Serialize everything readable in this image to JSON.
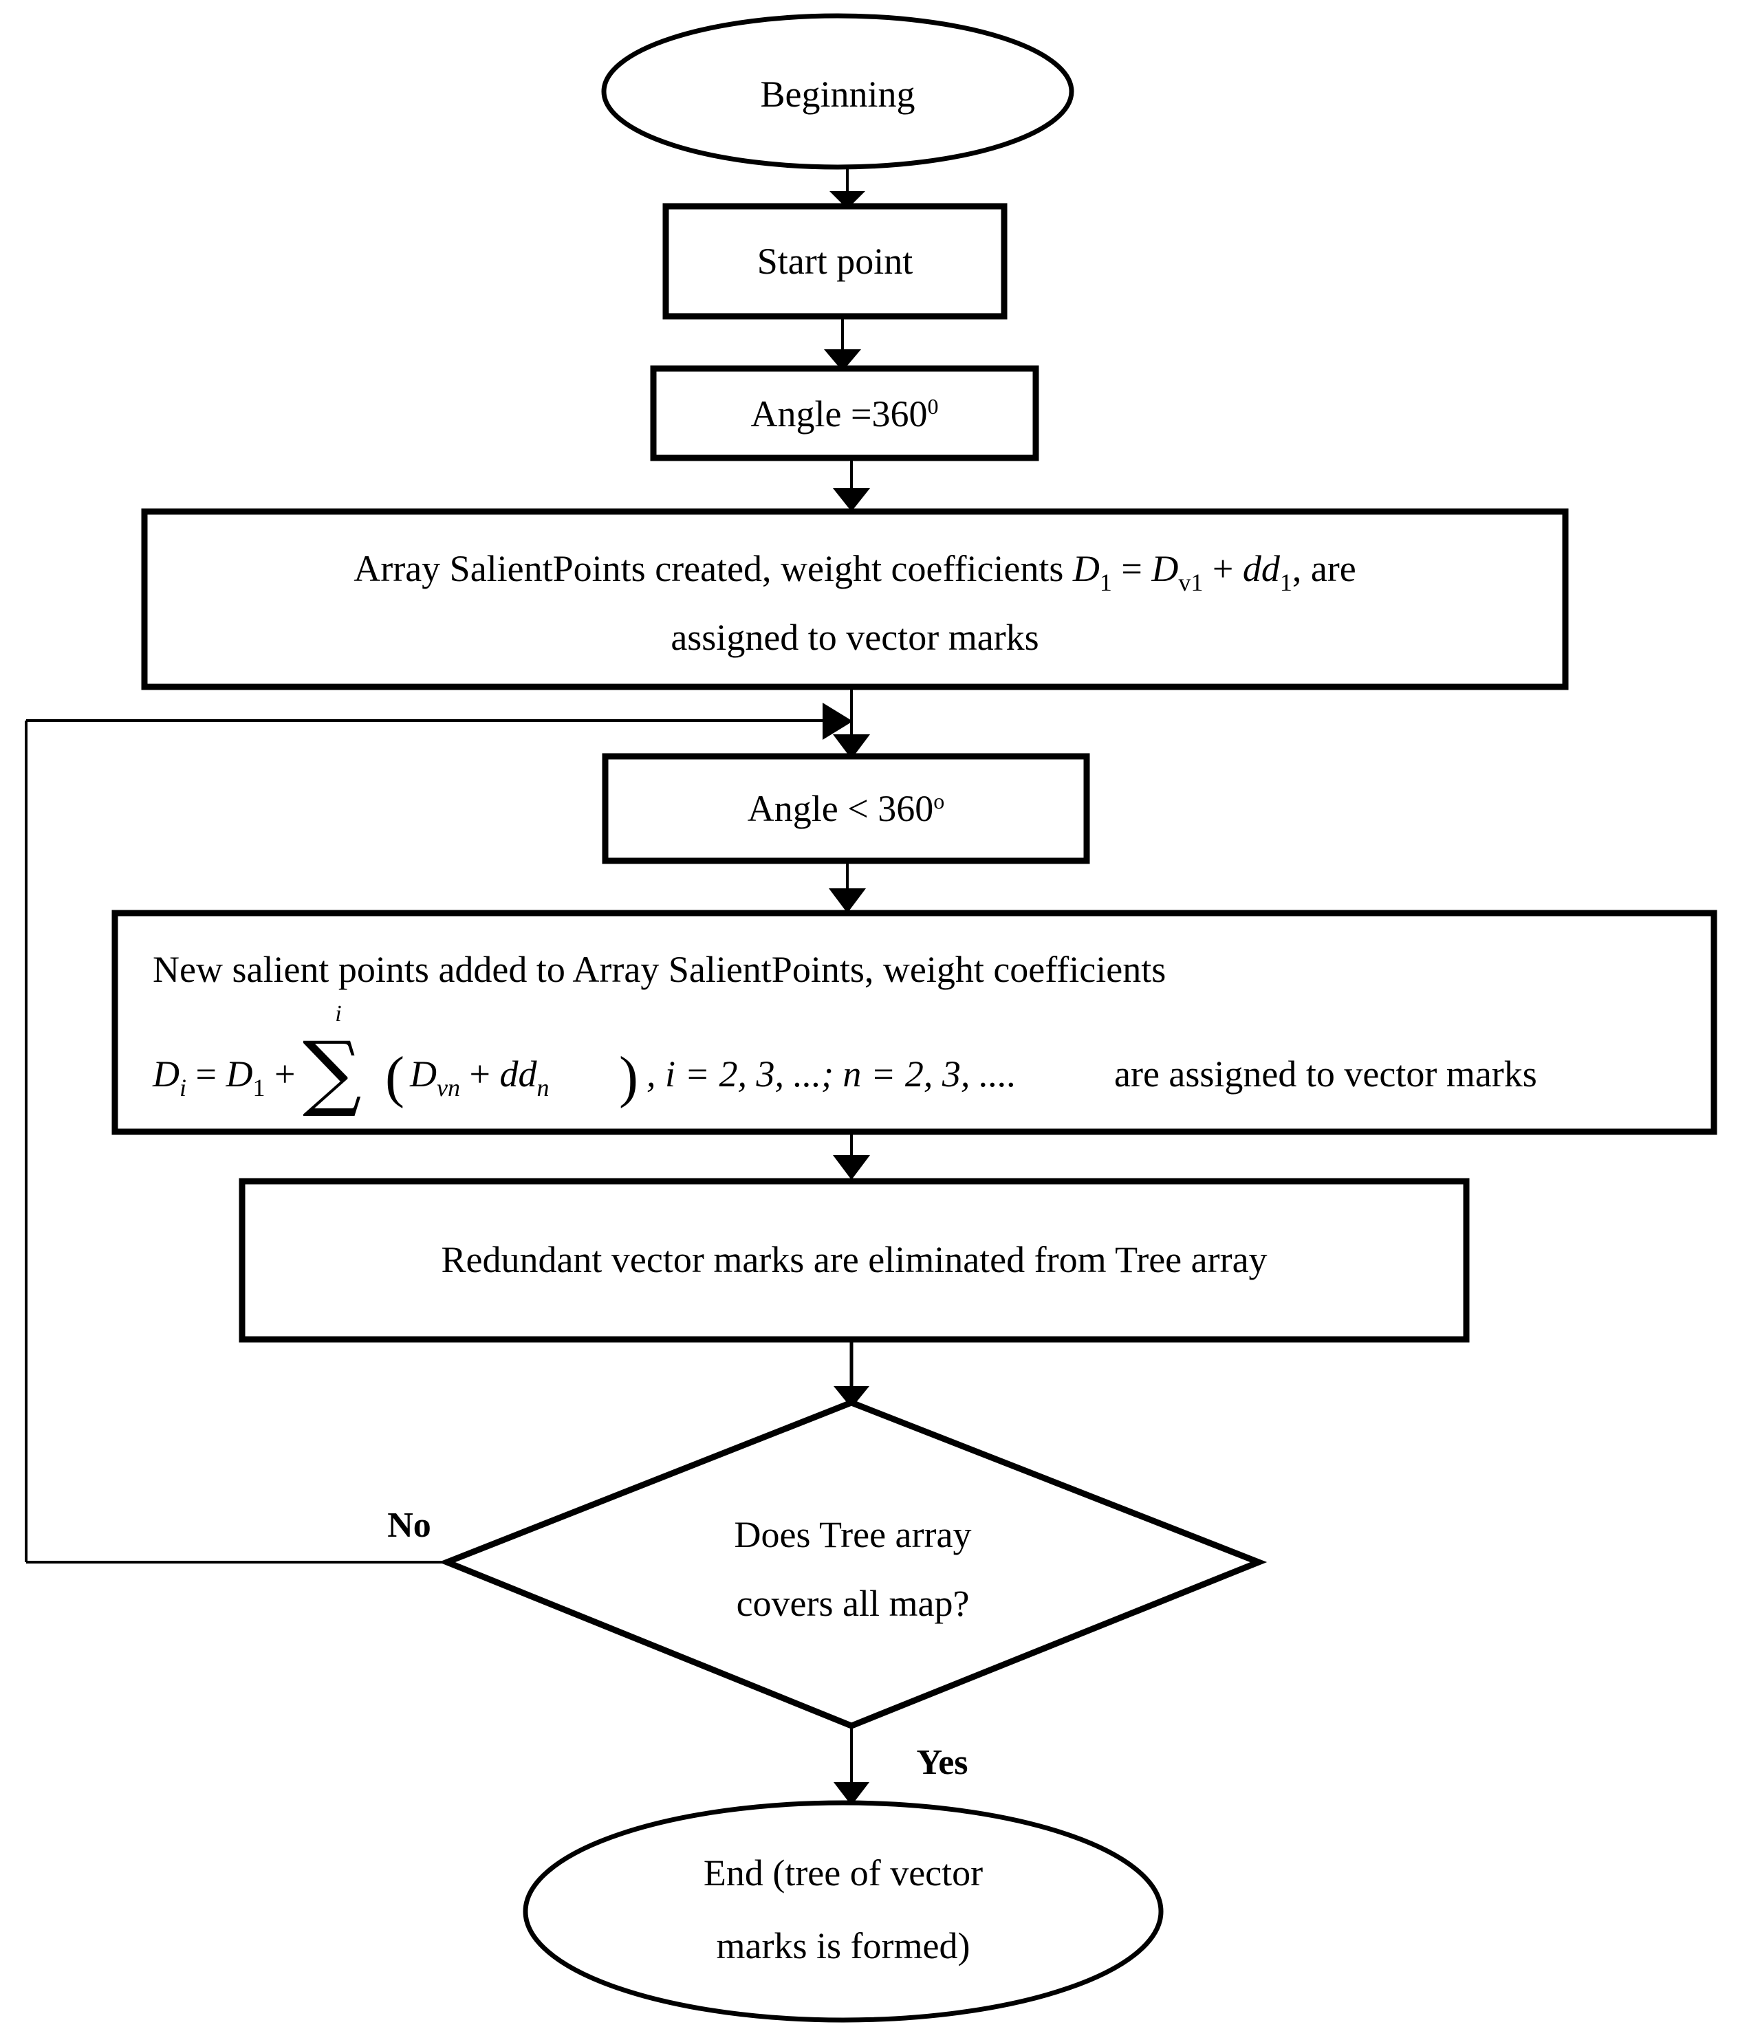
{
  "diagram": {
    "title": "Flowchart of vector mark tree formation algorithm",
    "type": "flowchart",
    "background_color": "#ffffff",
    "line_color": "#000000",
    "nodes": [
      {
        "id": "begin",
        "shape": "ellipse",
        "label": "Beginning"
      },
      {
        "id": "start-point",
        "shape": "rectangle",
        "label": "Start point"
      },
      {
        "id": "angle-init",
        "shape": "rectangle",
        "label_prefix": "Angle =360",
        "label_superscript": "0"
      },
      {
        "id": "array-created",
        "shape": "rectangle",
        "line1_before": "Array SalientPoints created, weight coefficients",
        "formula": {
          "d_main": "D",
          "d_main_sub": "1",
          "equals": "=",
          "d_v": "D",
          "d_v_sub": "v1",
          "plus": "+",
          "dd": "dd",
          "dd_sub": "1"
        },
        "line1_after": ", are",
        "line2": "assigned to vector marks"
      },
      {
        "id": "angle-check",
        "shape": "rectangle",
        "label_prefix": "Angle < 360",
        "label_superscript": "o"
      },
      {
        "id": "new-salient",
        "shape": "rectangle",
        "line1": "New salient points added to Array SalientPoints, weight coefficients",
        "formula": {
          "d_i": "D",
          "d_i_sub": "i",
          "equals": "=",
          "d_1": "D",
          "d_1_sub": "1",
          "plus": "+",
          "sigma": "∑",
          "sigma_upper": "i",
          "paren_open": "(",
          "d_vn": "D",
          "d_vn_sub": "vn",
          "plus2": "+",
          "dd_n": "dd",
          "dd_n_sub": "n",
          "paren_close": ")",
          "ranges": ", i = 2, 3, ...; n = 2, 3, ...."
        },
        "line2_right": "are assigned to vector marks"
      },
      {
        "id": "redundant",
        "shape": "rectangle",
        "label": "Redundant vector marks are eliminated from Tree array"
      },
      {
        "id": "decision",
        "shape": "diamond",
        "label_line1": "Does Tree array",
        "label_line2": "covers all map?"
      },
      {
        "id": "end",
        "shape": "ellipse",
        "label_line1": "End (tree of vector",
        "label_line2": "marks is formed)"
      }
    ],
    "branch_labels": {
      "no": "No",
      "yes": "Yes"
    },
    "edges": [
      {
        "from": "begin",
        "to": "start-point",
        "label": ""
      },
      {
        "from": "start-point",
        "to": "angle-init",
        "label": ""
      },
      {
        "from": "angle-init",
        "to": "array-created",
        "label": ""
      },
      {
        "from": "array-created",
        "to": "angle-check",
        "label": ""
      },
      {
        "from": "angle-check",
        "to": "new-salient",
        "label": ""
      },
      {
        "from": "new-salient",
        "to": "redundant",
        "label": ""
      },
      {
        "from": "redundant",
        "to": "decision",
        "label": ""
      },
      {
        "from": "decision",
        "to": "angle-check",
        "label": "No"
      },
      {
        "from": "decision",
        "to": "end",
        "label": "Yes"
      }
    ]
  }
}
